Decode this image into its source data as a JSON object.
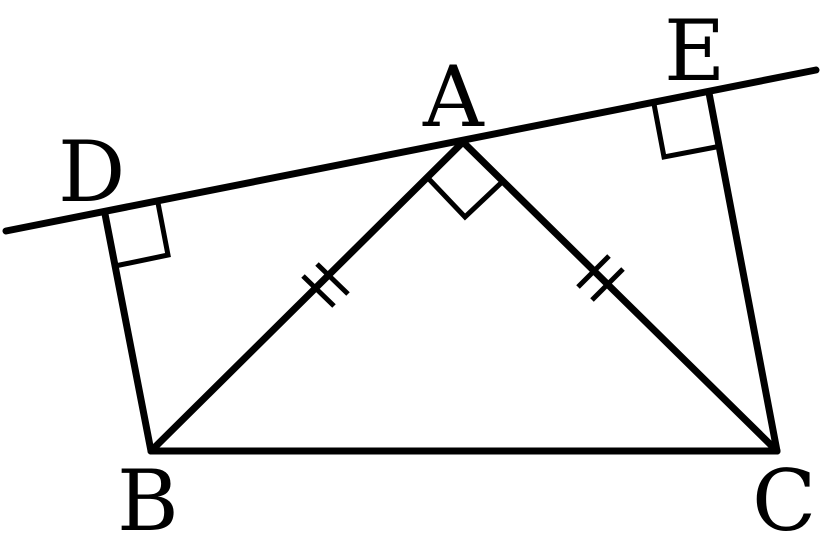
{
  "figure": {
    "points": [
      {
        "id": "A",
        "label": "A"
      },
      {
        "id": "B",
        "label": "B"
      },
      {
        "id": "C",
        "label": "C"
      },
      {
        "id": "D",
        "label": "D"
      },
      {
        "id": "E",
        "label": "E"
      }
    ],
    "segments": [
      "DE",
      "AB",
      "AC",
      "BC",
      "BD",
      "CE"
    ],
    "right_angles": [
      "D",
      "A",
      "E"
    ],
    "equal_tick_marks": [
      "AB",
      "AC"
    ],
    "colors": {
      "stroke": "#000000",
      "background": "#ffffff"
    }
  }
}
